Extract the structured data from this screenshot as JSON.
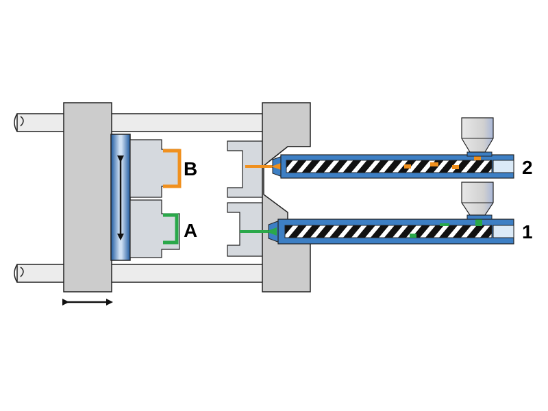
{
  "labels": {
    "mold_b": "B",
    "mold_a": "A",
    "unit_2": "2",
    "unit_1": "1"
  },
  "colors": {
    "steel": "#cccccc",
    "steel_light": "#e0e0e0",
    "mold_gray": "#d5d9de",
    "barrel_blue": "#3d7fc4",
    "platen_blue_dark": "#1e5aa0",
    "platen_blue_light": "#cfe0f3",
    "material_b": "#f0901e",
    "material_a": "#2aa84a",
    "outline": "#222222"
  },
  "icons": {
    "clamp_stroke": "double-arrow-vertical-icon",
    "platen_move": "double-arrow-horizontal-icon"
  }
}
